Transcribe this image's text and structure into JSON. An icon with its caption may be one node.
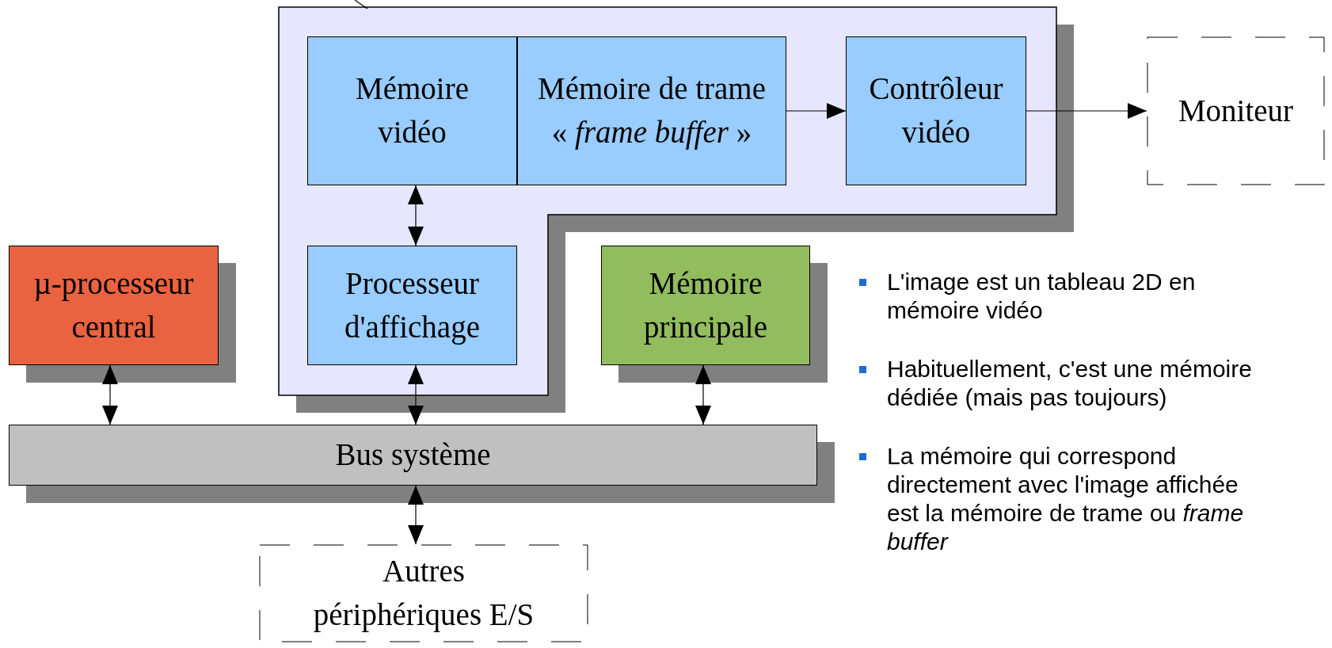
{
  "diagram": {
    "nodes": [
      {
        "text": [],
        "shape": "box"
      },
      {
        "text": [
          "Mémoire vidéo"
        ],
        "in": 0
      },
      {
        "text": [
          "Mémoire de trame « *frame buffer* »"
        ],
        "in": 0
      },
      {
        "text": [
          "Contrôleur vidéo"
        ],
        "in": 0
      },
      {
        "text": [
          "Processeur d'affichage"
        ],
        "in": 0
      },
      {
        "text": [
          "Moniteur"
        ]
      },
      {
        "text": [
          "µ-processeur central"
        ]
      },
      {
        "text": [
          "Mémoire principale"
        ]
      },
      {
        "text": [
          "Bus système"
        ]
      },
      {
        "text": [
          "Autres périphériques E/S"
        ]
      }
    ],
    "edges": [
      {
        "from": 2,
        "to": 3,
        "arrow": "to"
      },
      {
        "from": 3,
        "to": 5,
        "arrow": "to"
      },
      {
        "from": 1,
        "to": 4,
        "arrow": "both"
      },
      {
        "from": 6,
        "to": 8,
        "arrow": "both"
      },
      {
        "from": 4,
        "to": 8,
        "arrow": "both"
      },
      {
        "from": 7,
        "to": 8,
        "arrow": "both"
      },
      {
        "from": 8,
        "to": 9,
        "arrow": "both"
      },
      {
        "from": null,
        "to": 0,
        "arrow": "none"
      }
    ],
    "labels": [
      "L'image est un tableau 2D en mémoire vidéo",
      "Habituellement, c'est une mémoire  dédiée (mais pas toujours)",
      "La mémoire qui correspond directement avec l'image affichée est la mémoire de trame ou *frame buffer*"
    ]
  }
}
